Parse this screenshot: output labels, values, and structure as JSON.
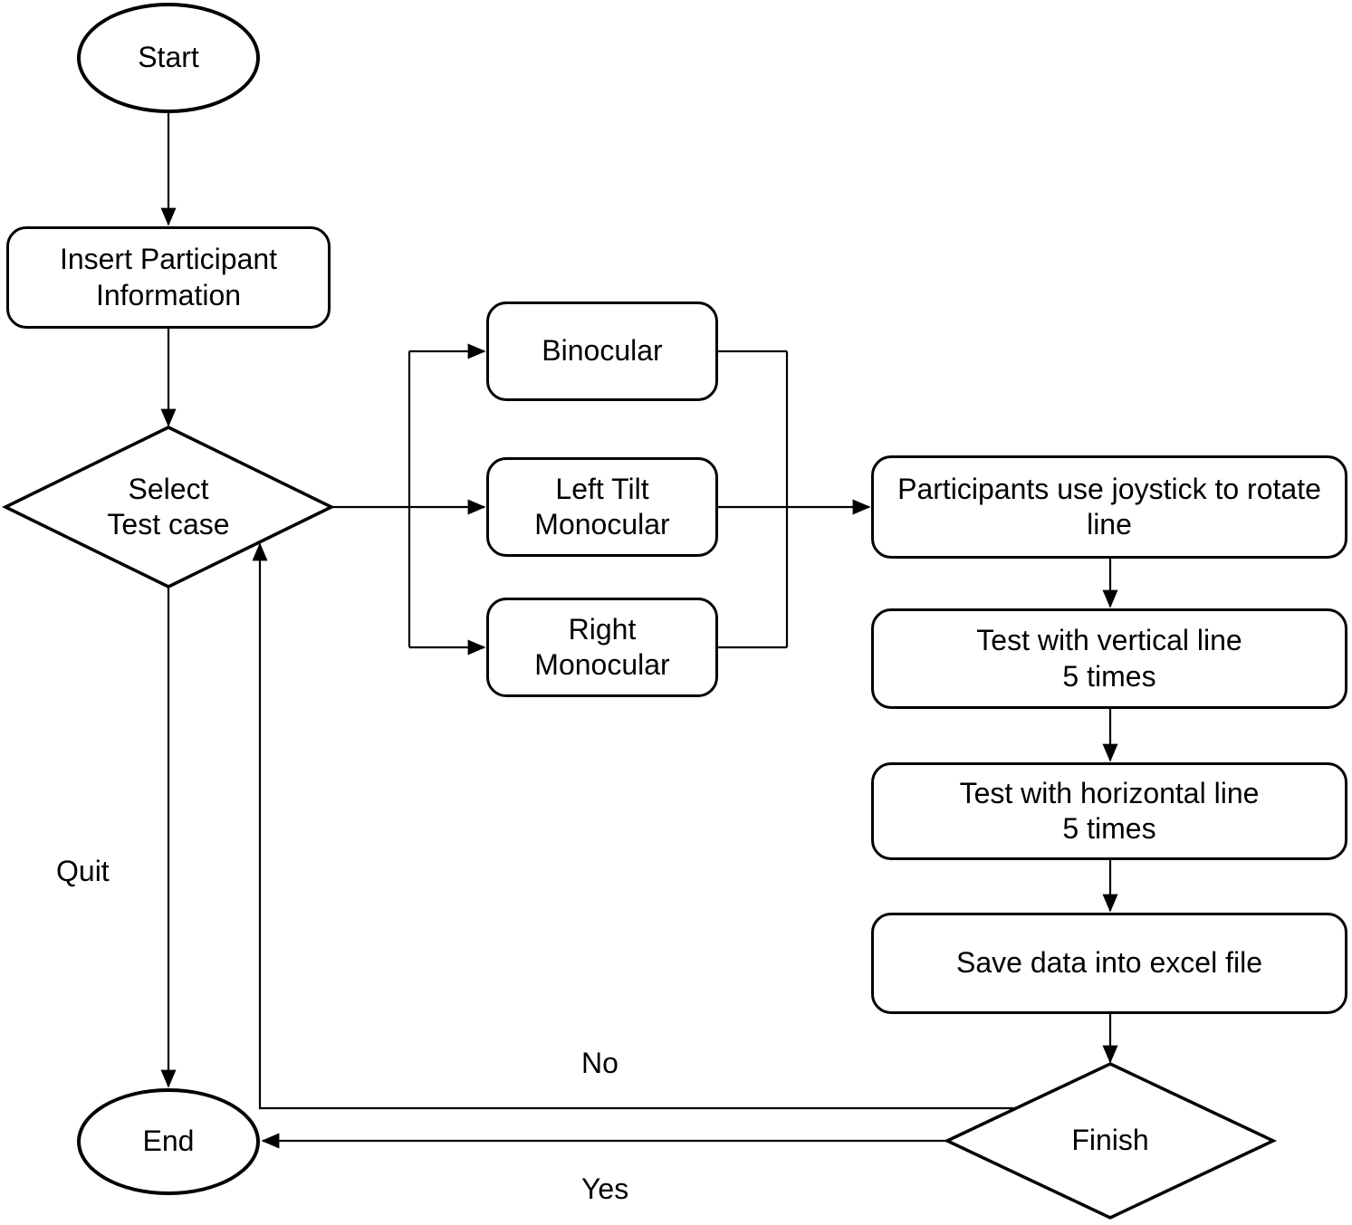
{
  "diagram": {
    "type": "flowchart",
    "colors": {
      "stroke": "#000000",
      "background": "#ffffff",
      "text": "#000000"
    },
    "nodes": {
      "start": {
        "shape": "terminator",
        "label": "Start"
      },
      "insert_info": {
        "shape": "process",
        "label": "Insert Participant\nInformation"
      },
      "select_test": {
        "shape": "decision",
        "label": "Select\nTest case"
      },
      "binocular": {
        "shape": "process",
        "label": "Binocular"
      },
      "left_tilt": {
        "shape": "process",
        "label": "Left Tilt\nMonocular"
      },
      "right_mono": {
        "shape": "process",
        "label": "Right\nMonocular"
      },
      "joystick": {
        "shape": "process",
        "label": "Participants use joystick to rotate\nline"
      },
      "test_vertical": {
        "shape": "process",
        "label": "Test with vertical line\n5 times"
      },
      "test_horizontal": {
        "shape": "process",
        "label": "Test with horizontal line\n5 times"
      },
      "save_excel": {
        "shape": "process",
        "label": "Save data into excel file"
      },
      "finish": {
        "shape": "decision",
        "label": "Finish"
      },
      "end": {
        "shape": "terminator",
        "label": "End"
      }
    },
    "edge_labels": {
      "quit": "Quit",
      "no": "No",
      "yes": "Yes"
    }
  }
}
